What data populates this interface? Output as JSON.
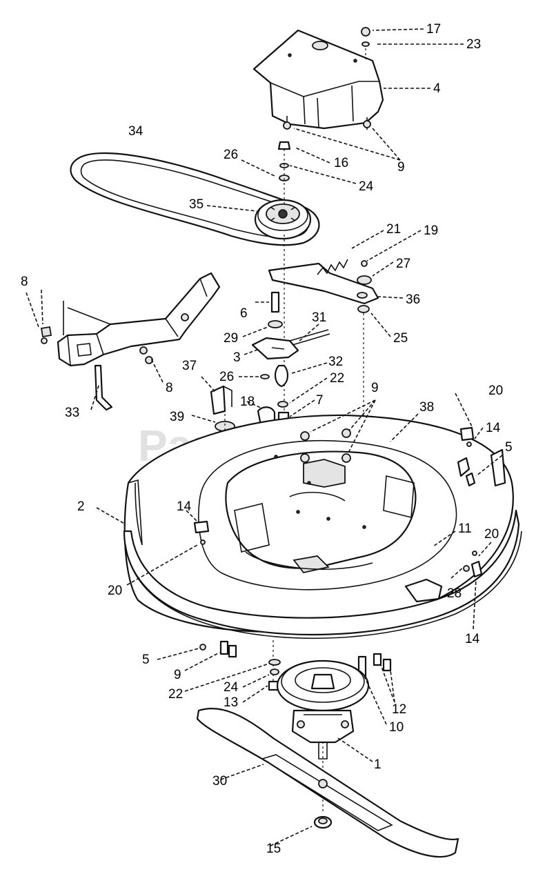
{
  "watermark": {
    "text": "PartsTree",
    "mark": "™",
    "style": "logo-lettering"
  },
  "diagram_style": {
    "line_color": "#111111",
    "background": "#ffffff",
    "watermark_color": "#c9c9c9"
  },
  "callouts": [
    {
      "id": "c17",
      "label": "17"
    },
    {
      "id": "c23",
      "label": "23"
    },
    {
      "id": "c4",
      "label": "4"
    },
    {
      "id": "c34",
      "label": "34"
    },
    {
      "id": "c26a",
      "label": "26"
    },
    {
      "id": "c16",
      "label": "16"
    },
    {
      "id": "c9a",
      "label": "9"
    },
    {
      "id": "c24a",
      "label": "24"
    },
    {
      "id": "c35",
      "label": "35"
    },
    {
      "id": "c21",
      "label": "21"
    },
    {
      "id": "c19",
      "label": "19"
    },
    {
      "id": "c27",
      "label": "27"
    },
    {
      "id": "c8a",
      "label": "8"
    },
    {
      "id": "c36",
      "label": "36"
    },
    {
      "id": "c6",
      "label": "6"
    },
    {
      "id": "c25",
      "label": "25"
    },
    {
      "id": "c29",
      "label": "29"
    },
    {
      "id": "c31",
      "label": "31"
    },
    {
      "id": "c8b",
      "label": "8"
    },
    {
      "id": "c3",
      "label": "3"
    },
    {
      "id": "c32",
      "label": "32"
    },
    {
      "id": "c37",
      "label": "37"
    },
    {
      "id": "c26b",
      "label": "26"
    },
    {
      "id": "c22a",
      "label": "22"
    },
    {
      "id": "c9b",
      "label": "9"
    },
    {
      "id": "c20a",
      "label": "20"
    },
    {
      "id": "c18",
      "label": "18"
    },
    {
      "id": "c7",
      "label": "7"
    },
    {
      "id": "c33",
      "label": "33"
    },
    {
      "id": "c39",
      "label": "39"
    },
    {
      "id": "c38",
      "label": "38"
    },
    {
      "id": "c14a",
      "label": "14"
    },
    {
      "id": "c5a",
      "label": "5"
    },
    {
      "id": "c2",
      "label": "2"
    },
    {
      "id": "c14b",
      "label": "14"
    },
    {
      "id": "c11",
      "label": "11"
    },
    {
      "id": "c20b",
      "label": "20"
    },
    {
      "id": "c20c",
      "label": "20"
    },
    {
      "id": "c28",
      "label": "28"
    },
    {
      "id": "c14c",
      "label": "14"
    },
    {
      "id": "c5b",
      "label": "5"
    },
    {
      "id": "c9c",
      "label": "9"
    },
    {
      "id": "c22b",
      "label": "22"
    },
    {
      "id": "c24b",
      "label": "24"
    },
    {
      "id": "c12",
      "label": "12"
    },
    {
      "id": "c13",
      "label": "13"
    },
    {
      "id": "c10",
      "label": "10"
    },
    {
      "id": "c1",
      "label": "1"
    },
    {
      "id": "c30",
      "label": "30"
    },
    {
      "id": "c15",
      "label": "15"
    }
  ]
}
